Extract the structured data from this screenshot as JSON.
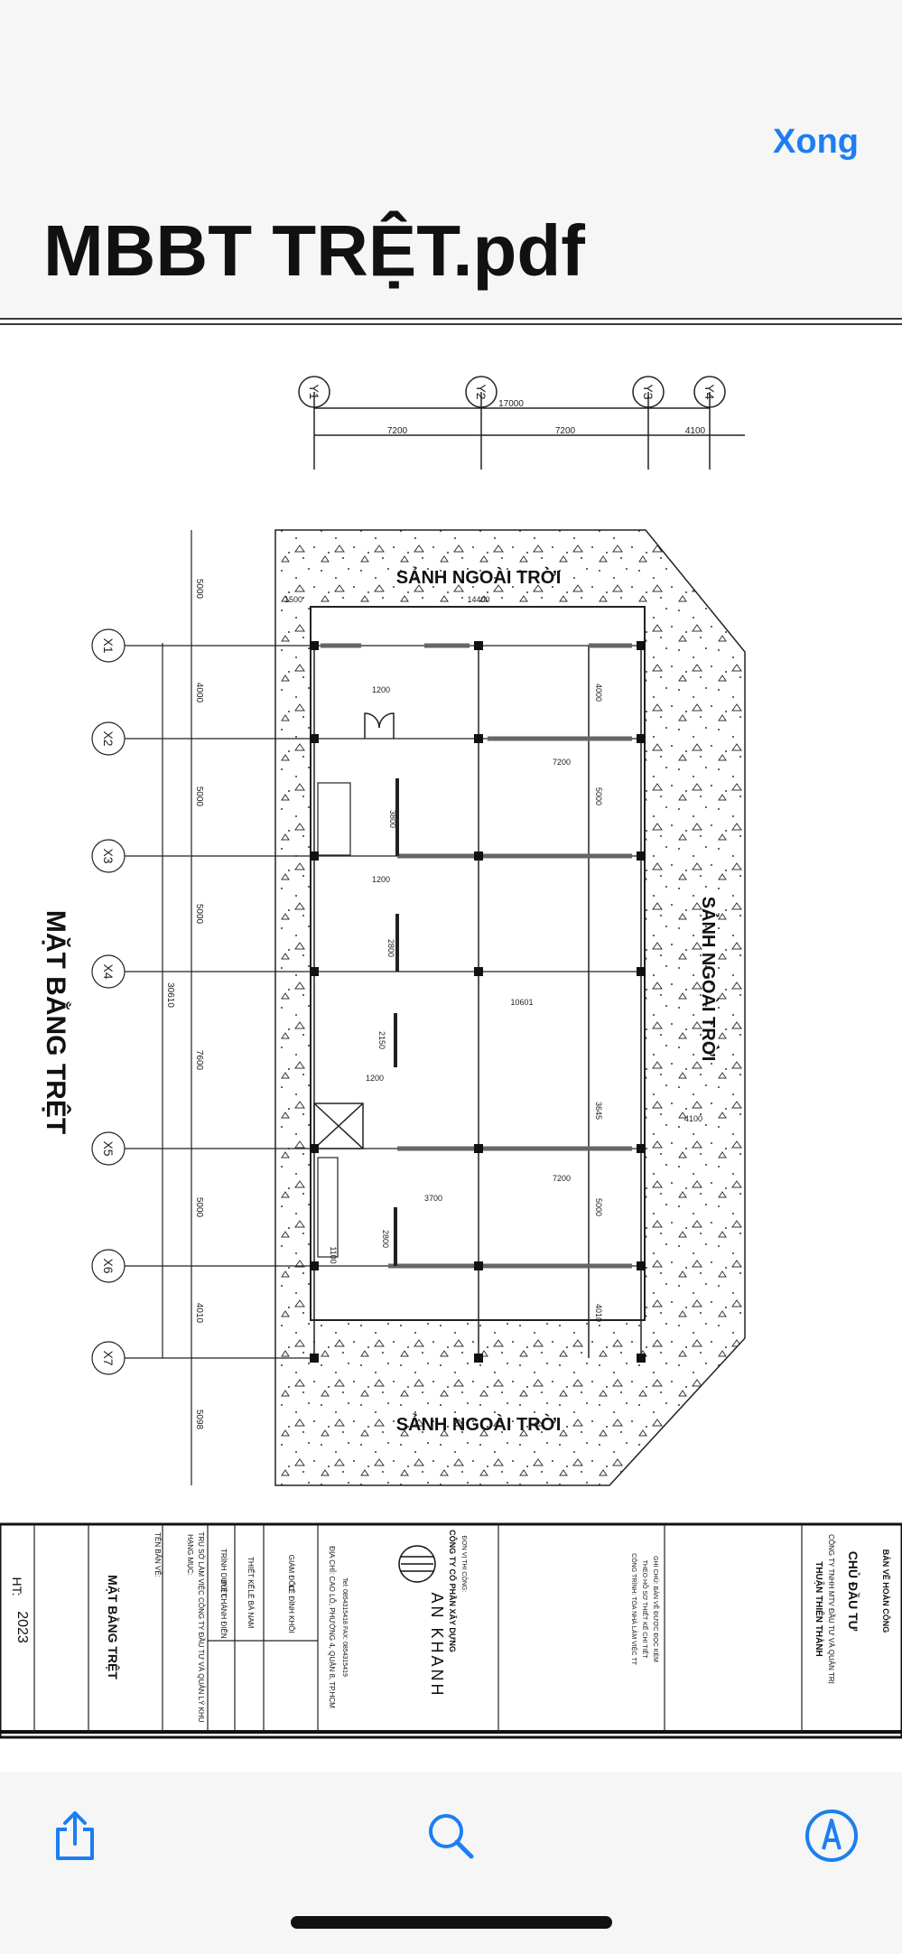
{
  "header": {
    "done_label": "Xong",
    "file_title": "MBBT TRỆT.pdf"
  },
  "drawing": {
    "plan_title": "MẶT BẰNG TRỆT",
    "lobby_labels": [
      "SẢNH NGOÀI TRỜI",
      "SẢNH NGOÀI TRỜI",
      "SẢNH NGOÀI TRỜI"
    ],
    "grid_y": [
      "Y1",
      "Y2",
      "Y3",
      "Y4"
    ],
    "grid_x": [
      "X1",
      "X2",
      "X3",
      "X4",
      "X5",
      "X6",
      "X7"
    ],
    "top_dims": {
      "total": "17000",
      "d1": "7200",
      "d2": "7200",
      "d3": "4100"
    },
    "left_dims": [
      "5000",
      "4000",
      "5000",
      "5000",
      "7600",
      "5000",
      "4010",
      "5098"
    ],
    "left_total": "30610",
    "inner_dims": [
      "1500",
      "14400",
      "1200",
      "7200",
      "1200",
      "10601",
      "1200",
      "3700",
      "7200",
      "4100",
      "4000",
      "5000",
      "3800",
      "2800",
      "2150",
      "3645",
      "5000",
      "2800",
      "4010",
      "1100"
    ],
    "title_block": {
      "ht_label": "HT:",
      "ht_year": "2023",
      "sheet_name": "MẶT BẰNG TRỆT",
      "col_labels": [
        "TÊN BẢN VẼ:",
        "HẠNG MỤC:",
        "TRÌNH DUYỆT",
        "THIẾT KẾ",
        "GIÁM ĐỐC"
      ],
      "people": [
        "BÙI CHÁNH ĐIỀN",
        "LÊ BÁ NAM",
        "LÊ ĐÌNH KHÔI"
      ],
      "project_line": "TRỤ SỞ LÀM VIỆC CÔNG TY ĐẦU TƯ VÀ QUẢN LÝ KHU",
      "company_name": "CÔNG TY CỔ PHẦN XÂY DỰNG",
      "company_unit": "ĐƠN VỊ THI CÔNG:",
      "company_address": "ĐỊA CHỈ: CAO LỖ, PHƯỜNG 4, QUẬN 8, TP.HCM",
      "company_tel": "Tel: 0854315418  FAX: 0854315419",
      "logo_text": "AN KHANH",
      "notes": [
        "GHI CHÚ: BẢN VẼ ĐƯỢC ĐỌC KÈM",
        "THEO HỒ SƠ THIẾT KẾ CHI TIẾT",
        "CÔNG TRÌNH: TÒA NHÀ LÀM VIỆC TT"
      ],
      "owner_title": "CHỦ ĐẦU TƯ",
      "owner_line1": "CÔNG TY TNHH MTV ĐẦU TƯ VÀ QUẢN TRỊ",
      "owner_line2": "THUẬN THIÊN THÀNH",
      "status": "BẢN VẼ HOÀN CÔNG"
    }
  },
  "toolbar": {
    "share_icon": "share-icon",
    "search_icon": "search-icon",
    "markup_icon": "markup-icon"
  },
  "colors": {
    "accent": "#1c7ef1",
    "line": "#222222",
    "background": "#f6f6f6"
  }
}
